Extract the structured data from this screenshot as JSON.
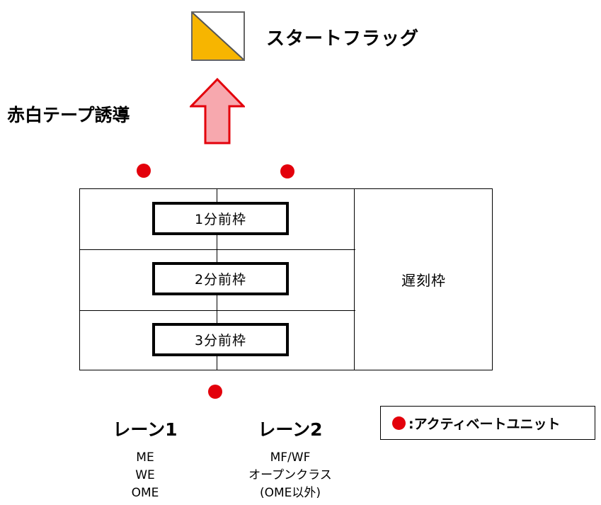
{
  "start_flag": {
    "label": "スタートフラッグ",
    "colors": {
      "fill": "#f7b500",
      "border": "#666666"
    }
  },
  "guidance": {
    "label": "赤白テープ誘導",
    "arrow_fill": "#f7a8ae",
    "arrow_stroke": "#e3000b"
  },
  "activation_dot_color": "#e3000b",
  "grid": {
    "slots": [
      {
        "label": "1分前枠"
      },
      {
        "label": "2分前枠"
      },
      {
        "label": "3分前枠"
      }
    ],
    "late": {
      "label": "遅刻枠"
    }
  },
  "lanes": [
    {
      "title": "レーン1",
      "classes": [
        "ME",
        "WE",
        "OME"
      ]
    },
    {
      "title": "レーン2",
      "classes": [
        "MF/WF",
        "オープンクラス",
        "(OME以外)"
      ]
    }
  ],
  "legend": {
    "text": ":アクティベートユニット"
  }
}
